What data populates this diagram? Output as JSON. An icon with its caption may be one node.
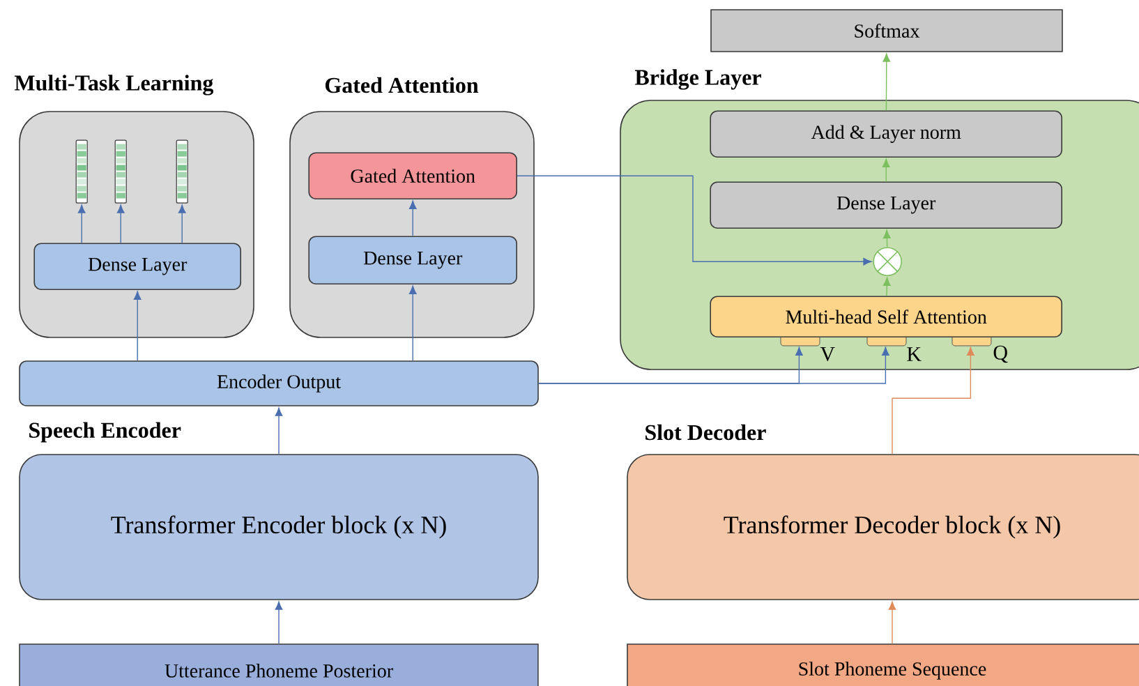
{
  "diagram": {
    "nodes": [
      {
        "text": [
          "Multi-Task Learning"
        ]
      },
      {
        "text": [],
        "shape": "bar",
        "in": 0
      },
      {
        "text": [],
        "shape": "bar",
        "in": 0
      },
      {
        "text": [],
        "shape": "bar",
        "in": 0
      },
      {
        "text": [
          "Dense Layer"
        ],
        "in": 0
      },
      {
        "text": [
          "Gated Attention"
        ]
      },
      {
        "text": [
          "Gated Attention"
        ],
        "in": 5
      },
      {
        "text": [
          "Dense Layer"
        ],
        "in": 5
      },
      {
        "text": [
          "Encoder Output"
        ]
      },
      {
        "text": [
          "Bridge Layer"
        ]
      },
      {
        "text": [
          "Add & Layer norm"
        ],
        "in": 9
      },
      {
        "text": [
          "Dense Layer"
        ],
        "in": 9
      },
      {
        "text": [],
        "shape": "circle",
        "in": 9
      },
      {
        "text": [
          "Multi-head Self Attention"
        ],
        "in": 9
      },
      {
        "text": [
          "Softmax"
        ]
      },
      {
        "text": [
          "Speech Encoder",
          "Transformer Encoder block (x N)"
        ]
      },
      {
        "text": [
          "Slot Decoder",
          "Transformer Decoder block (x N)"
        ]
      },
      {
        "text": [
          "Utterance Phoneme Posterior"
        ]
      },
      {
        "text": [
          "Slot Phoneme Sequence"
        ]
      }
    ],
    "edges": [
      {
        "from": 4,
        "to": 1,
        "arrow": "to"
      },
      {
        "from": 4,
        "to": 2,
        "arrow": "to"
      },
      {
        "from": 4,
        "to": 3,
        "arrow": "to"
      },
      {
        "from": 8,
        "to": 4,
        "arrow": "to"
      },
      {
        "from": 8,
        "to": 7,
        "arrow": "to"
      },
      {
        "from": 7,
        "to": 6,
        "arrow": "to"
      },
      {
        "from": 6,
        "to": 12,
        "arrow": "to"
      },
      {
        "from": 8,
        "to": 13,
        "arrow": "to"
      },
      {
        "from": 8,
        "to": 13,
        "arrow": "to"
      },
      {
        "from": 16,
        "to": 13,
        "arrow": "to",
        "color": "#e08a5a"
      },
      {
        "from": 13,
        "to": 12,
        "arrow": "to",
        "color": "#7cbf5e"
      },
      {
        "from": 12,
        "to": 11,
        "arrow": "to",
        "color": "#7cbf5e"
      },
      {
        "from": 11,
        "to": 10,
        "arrow": "to",
        "color": "#7cbf5e"
      },
      {
        "from": 10,
        "to": 14,
        "arrow": "to",
        "color": "#7cbf5e"
      },
      {
        "from": 17,
        "to": 15,
        "arrow": "to"
      },
      {
        "from": 15,
        "to": 8,
        "arrow": "to"
      },
      {
        "from": 18,
        "to": 16,
        "arrow": "to",
        "color": "#e08a5a"
      }
    ],
    "labels": [
      "V",
      "K",
      "Q"
    ]
  }
}
